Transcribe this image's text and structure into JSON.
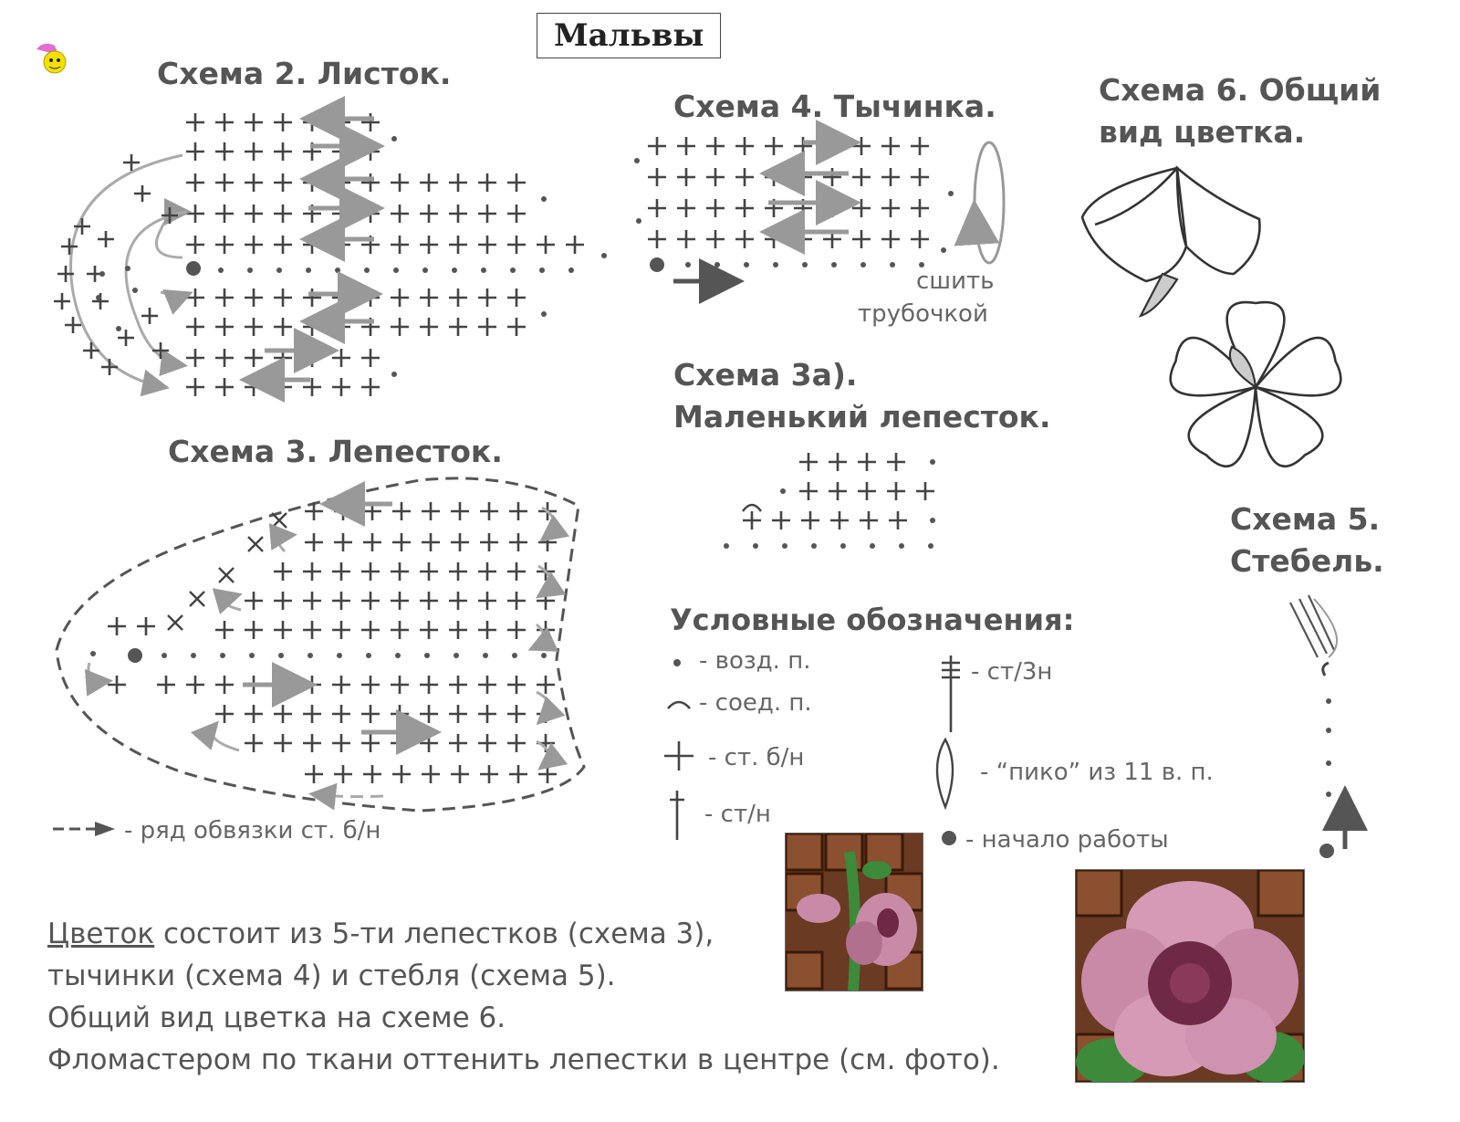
{
  "title": "Мальвы",
  "schemes": {
    "leaf": "Схема 2. Листок.",
    "stamen": "Схема 4. Тычинка.",
    "stamen_note_1": "сшить",
    "stamen_note_2": "трубочкой",
    "general_1": "Схема 6. Общий",
    "general_2": "вид цветка.",
    "small_petal_1": "Схема 3а).",
    "small_petal_2": "Маленький лепесток.",
    "petal": "Схема 3. Лепесток.",
    "stem_1": "Схема 5.",
    "stem_2": "Стебель."
  },
  "legend": {
    "title": "Условные обозначения:",
    "chain": "- возд. п.",
    "slip": "- соед. п.",
    "sc": "- ст. б/н",
    "dc": "- ст/н",
    "dc3": "- ст/3н",
    "picot": "- “пико” из 11 в. п.",
    "start": "- начало работы",
    "edging": "- ряд обвязки ст. б/н"
  },
  "notes": {
    "line1_word": "Цветок",
    "line1_rest": " состоит из 5-ти лепестков (схема 3),",
    "line2": "тычинки (схема 4) и стебля (схема 5).",
    "line3": "Общий вид цветка на схеме 6.",
    "line4": "Фломастером по ткани оттенить лепестки в центре (см. фото)."
  }
}
